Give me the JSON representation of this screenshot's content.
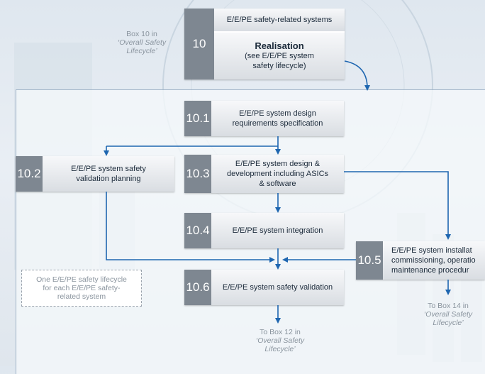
{
  "box10": {
    "number": "10",
    "header": "E/E/PE safety-related systems",
    "title": "Realisation",
    "subtitle_line1": "(see E/E/PE system",
    "subtitle_line2": "safety lifecycle)"
  },
  "note_box10": {
    "line1": "Box 10 in",
    "line2": "‘Overall Safety",
    "line3": "Lifecycle’"
  },
  "boxes": {
    "b101": {
      "number": "10.1",
      "line1": "E/E/PE system design",
      "line2": "requirements specification"
    },
    "b102": {
      "number": "10.2",
      "line1": "E/E/PE system safety",
      "line2": "validation planning"
    },
    "b103": {
      "number": "10.3",
      "line1": "E/E/PE system design &",
      "line2": "development including ASICs",
      "line3": "& software"
    },
    "b104": {
      "number": "10.4",
      "line1": "E/E/PE system integration"
    },
    "b105": {
      "number": "10.5",
      "line1": "E/E/PE system installat",
      "line2": "commissioning, operatio",
      "line3": "maintenance procedur"
    },
    "b106": {
      "number": "10.6",
      "line1": "E/E/PE system safety validation"
    }
  },
  "dashed_note": {
    "line1": "One E/E/PE safety lifecycle",
    "line2": "for each E/E/PE safety-",
    "line3": "related system"
  },
  "to_box14": {
    "line1": "To Box 14 in",
    "line2": "‘Overall Safety",
    "line3": "Lifecycle’"
  },
  "to_box12": {
    "line1": "To Box 12 in",
    "line2": "‘Overall Safety",
    "line3": "Lifecycle’"
  },
  "colors": {
    "arrow": "#1e66b0",
    "number_bg": "#7e8791"
  }
}
